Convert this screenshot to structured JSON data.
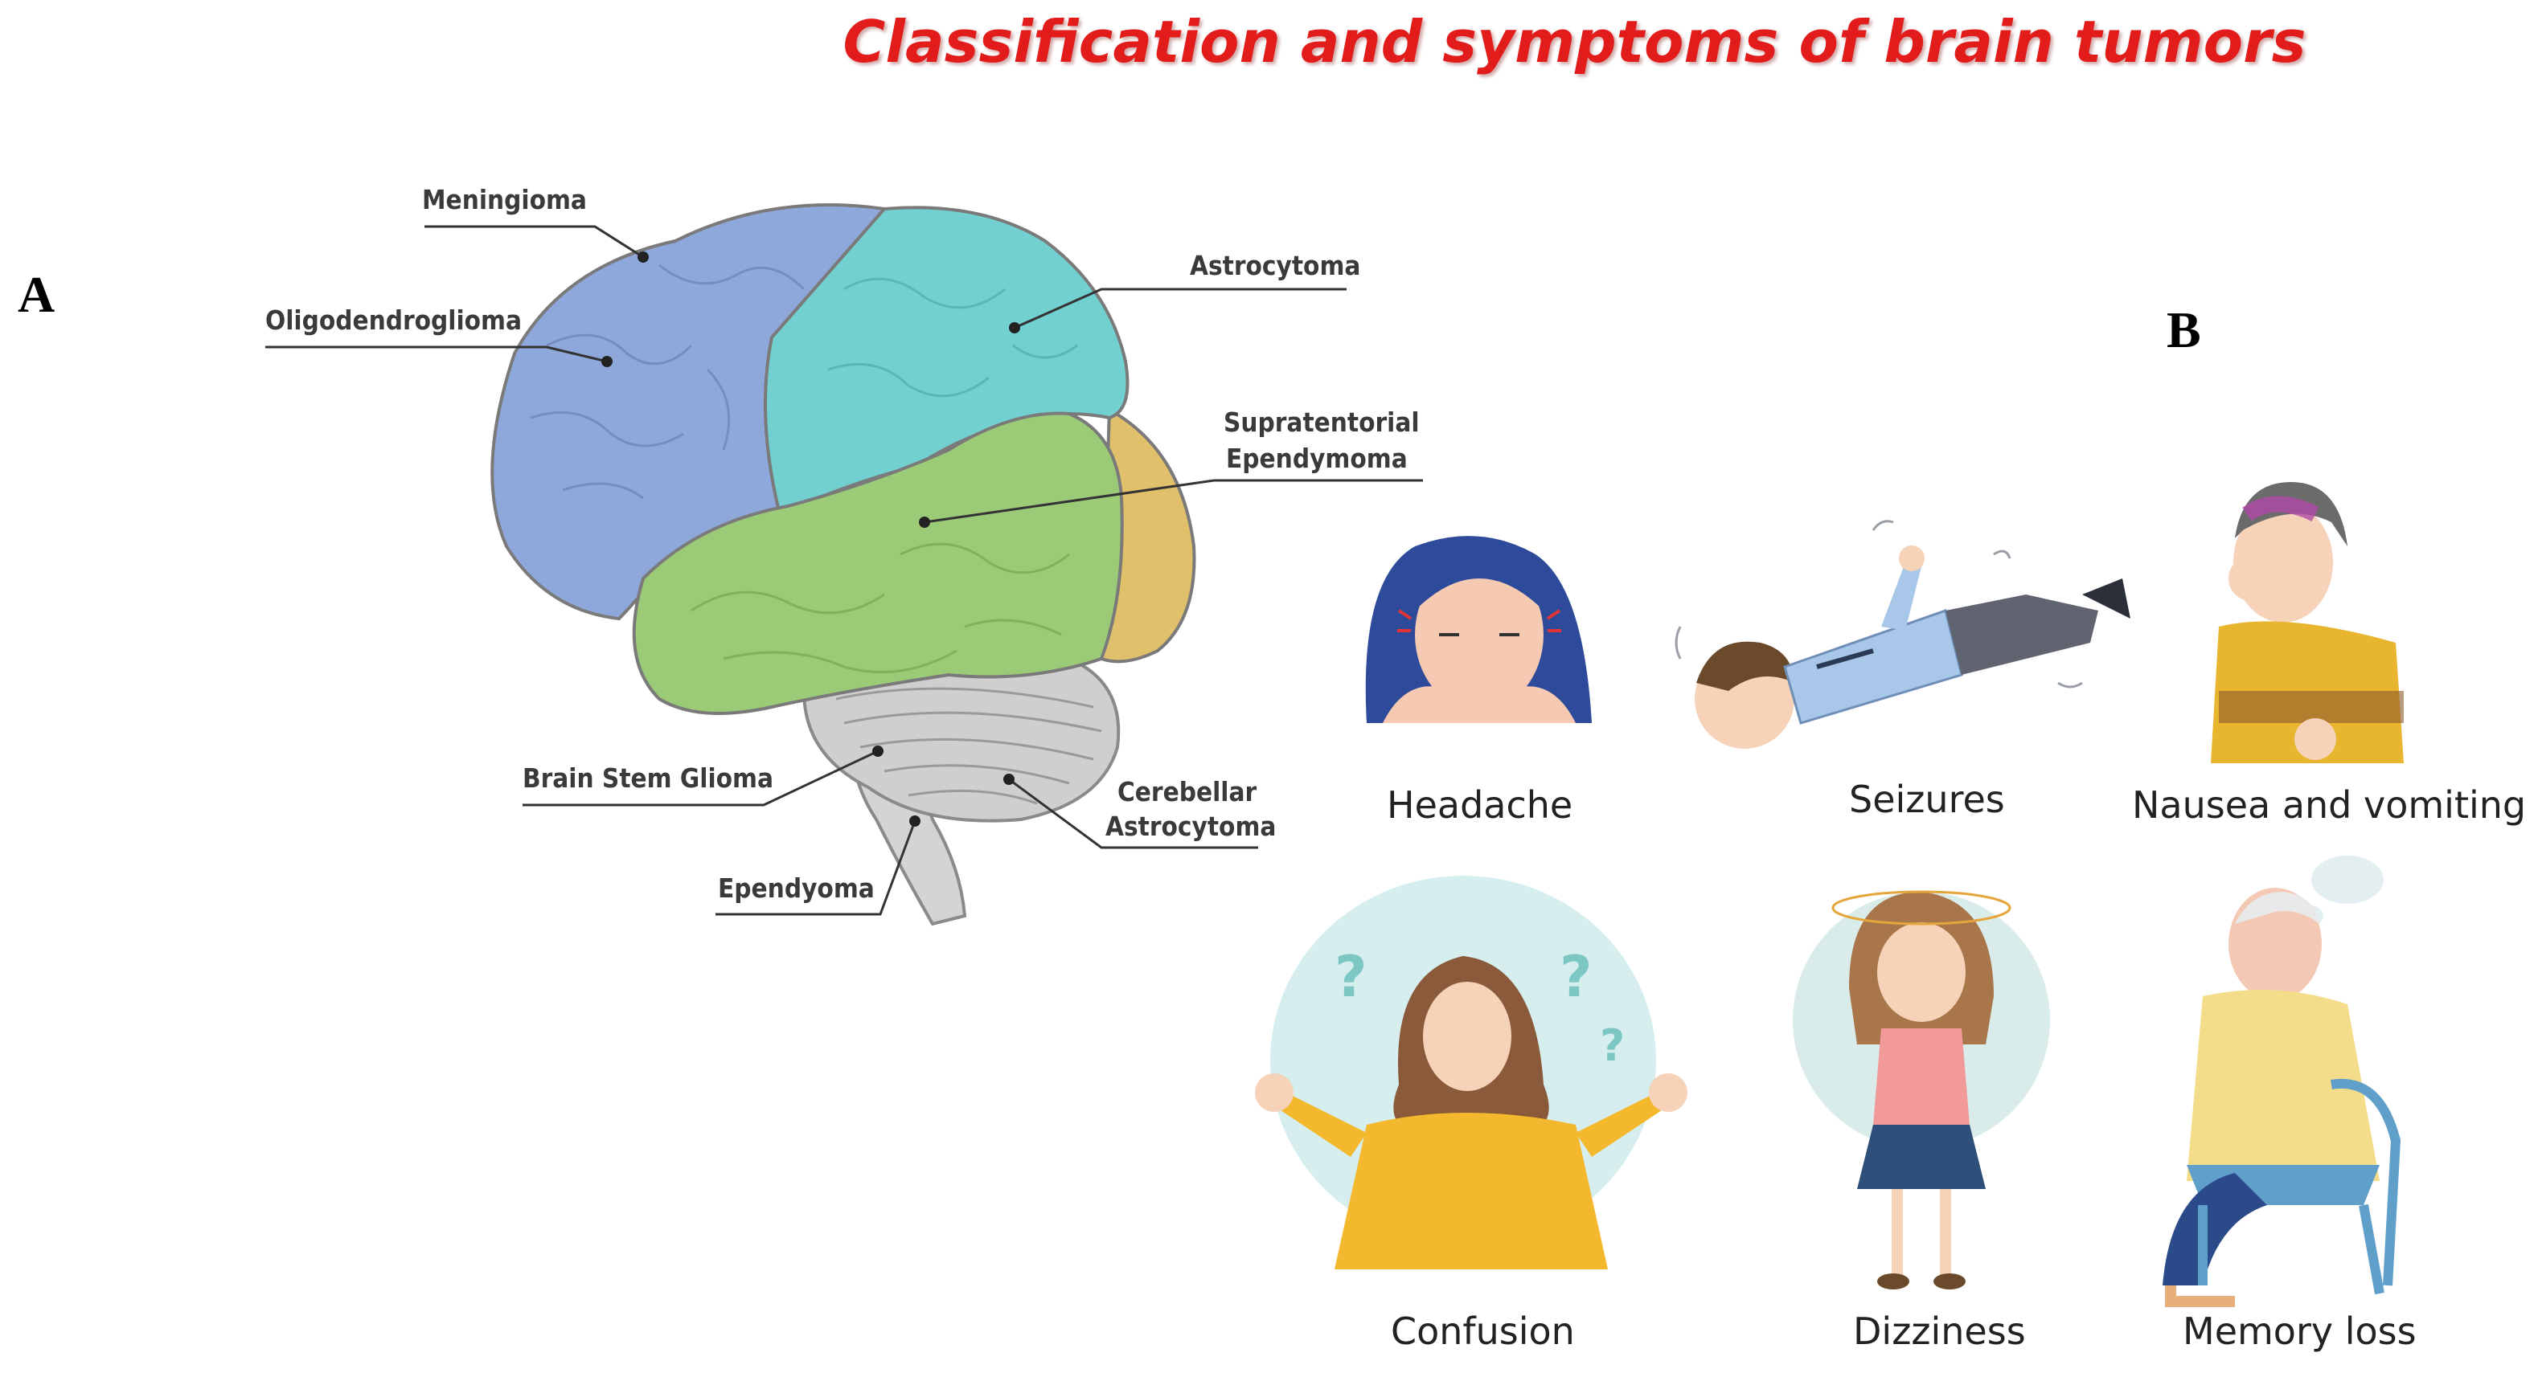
{
  "title": "Classification and symptoms of brain tumors",
  "panels": {
    "a": "A",
    "b": "B"
  },
  "brain_labels": {
    "meningioma": "Meningioma",
    "oligodendroglioma": "Oligodendroglioma",
    "astrocytoma": "Astrocytoma",
    "supratentorial_1": "Supratentorial",
    "supratentorial_2": "Ependymoma",
    "brain_stem_glioma": "Brain Stem Glioma",
    "cerebellar_1": "Cerebellar",
    "cerebellar_2": "Astrocytoma",
    "ependymoma": "Ependyoma"
  },
  "symptoms": {
    "headache": "Headache",
    "seizures": "Seizures",
    "nausea": "Nausea and vomiting",
    "confusion": "Confusion",
    "dizziness": "Dizziness",
    "memory_loss": "Memory loss"
  },
  "colors": {
    "title": "#e21b1b",
    "frontal": "#8fa8dc",
    "parietal": "#72d1d0",
    "temporal": "#9ccb78",
    "occipital": "#e0c06a",
    "cerebellum": "#c9c9c9"
  }
}
